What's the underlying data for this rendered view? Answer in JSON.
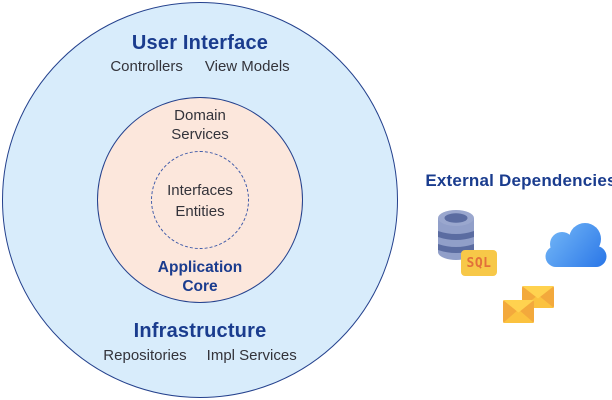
{
  "colors": {
    "heading_navy": "#1A3C8E",
    "circle_border": "#24418D",
    "dashed_border": "#3D59A8",
    "outer_ring_fill": "#D8ECFB",
    "core_fill": "#FCE7DC",
    "body_text": "#33333A",
    "sql_badge_bg": "#F7C848",
    "sql_badge_text": "#E2703A",
    "database_light": "#919FC9",
    "database_dark": "#5B6CA1",
    "cloud_blue_light": "#6FB3F6",
    "cloud_blue_dark": "#2D79E8",
    "envelope_body": "#F8B83D",
    "envelope_flap": "#FFD24F"
  },
  "onion": {
    "user_interface": {
      "title": "User Interface",
      "items": [
        "Controllers",
        "View Models"
      ]
    },
    "domain_services_label": "Domain\nServices",
    "inner_core": {
      "items": [
        "Interfaces",
        "Entities"
      ],
      "label": "Application\nCore"
    },
    "infrastructure": {
      "title": "Infrastructure",
      "items": [
        "Repositories",
        "Impl Services"
      ]
    }
  },
  "external_dependencies": {
    "title": "External Dependencies",
    "sql_badge_label": "SQL",
    "icons": [
      "database-icon",
      "sql-badge",
      "cloud-icon",
      "mail-icon"
    ]
  }
}
